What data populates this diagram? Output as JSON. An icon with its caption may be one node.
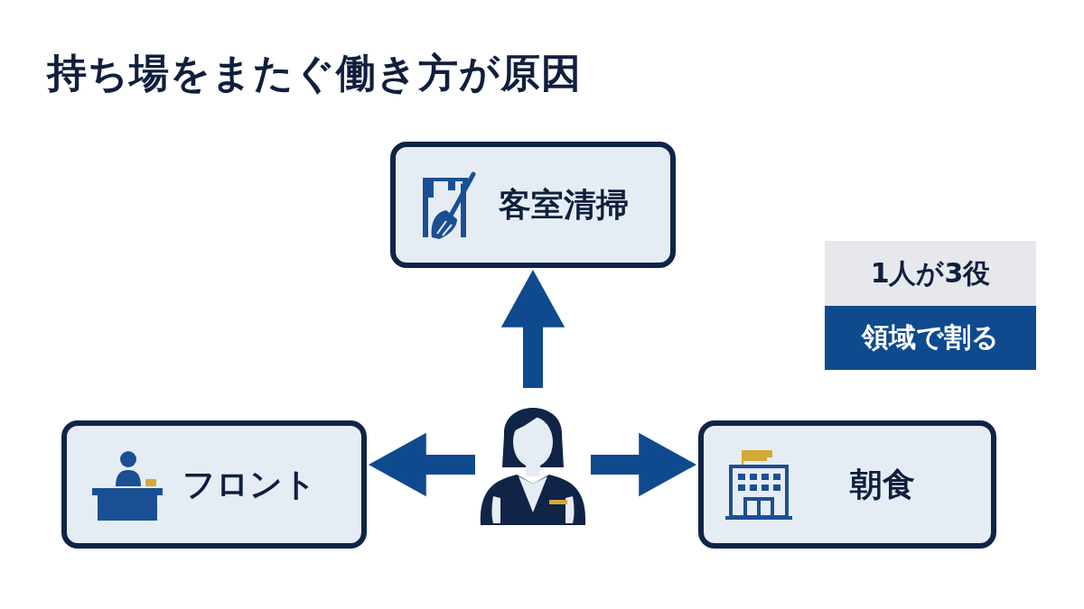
{
  "diagram": {
    "title": "持ち場をまたぐ働き方が原因",
    "nodes": [
      {
        "text": [],
        "shape": "person"
      },
      {
        "text": [
          "客室清掃"
        ]
      },
      {
        "text": [
          "フロント"
        ]
      },
      {
        "text": [
          "朝食"
        ]
      },
      {
        "text": [
          "1人が3役"
        ]
      },
      {
        "text": [
          "領域で割る"
        ]
      }
    ],
    "edges": [
      {
        "from": 0,
        "to": 1,
        "arrow": "to"
      },
      {
        "from": 0,
        "to": 2,
        "arrow": "to"
      },
      {
        "from": 0,
        "to": 3,
        "arrow": "to"
      }
    ]
  }
}
